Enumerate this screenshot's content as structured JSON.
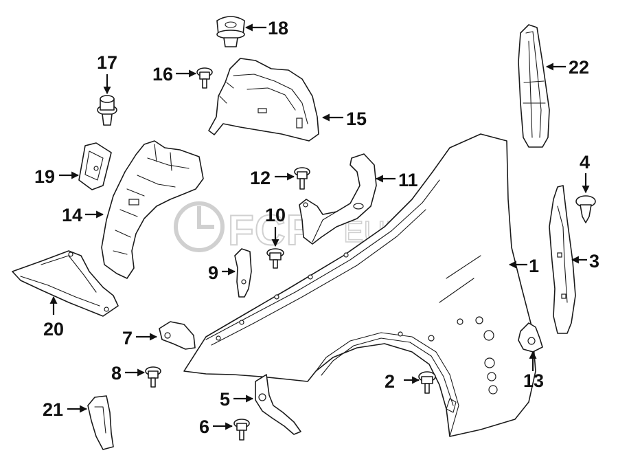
{
  "watermark": {
    "brand_main": "FCP",
    "brand_sub": "EURO"
  },
  "callouts": [
    {
      "id": "1",
      "label": "1"
    },
    {
      "id": "2",
      "label": "2"
    },
    {
      "id": "3",
      "label": "3"
    },
    {
      "id": "4",
      "label": "4"
    },
    {
      "id": "5",
      "label": "5"
    },
    {
      "id": "6",
      "label": "6"
    },
    {
      "id": "7",
      "label": "7"
    },
    {
      "id": "8",
      "label": "8"
    },
    {
      "id": "9",
      "label": "9"
    },
    {
      "id": "10",
      "label": "10"
    },
    {
      "id": "11",
      "label": "11"
    },
    {
      "id": "12",
      "label": "12"
    },
    {
      "id": "13",
      "label": "13"
    },
    {
      "id": "14",
      "label": "14"
    },
    {
      "id": "15",
      "label": "15"
    },
    {
      "id": "16",
      "label": "16"
    },
    {
      "id": "17",
      "label": "17"
    },
    {
      "id": "18",
      "label": "18"
    },
    {
      "id": "19",
      "label": "19"
    },
    {
      "id": "20",
      "label": "20"
    },
    {
      "id": "21",
      "label": "21"
    },
    {
      "id": "22",
      "label": "22"
    }
  ]
}
